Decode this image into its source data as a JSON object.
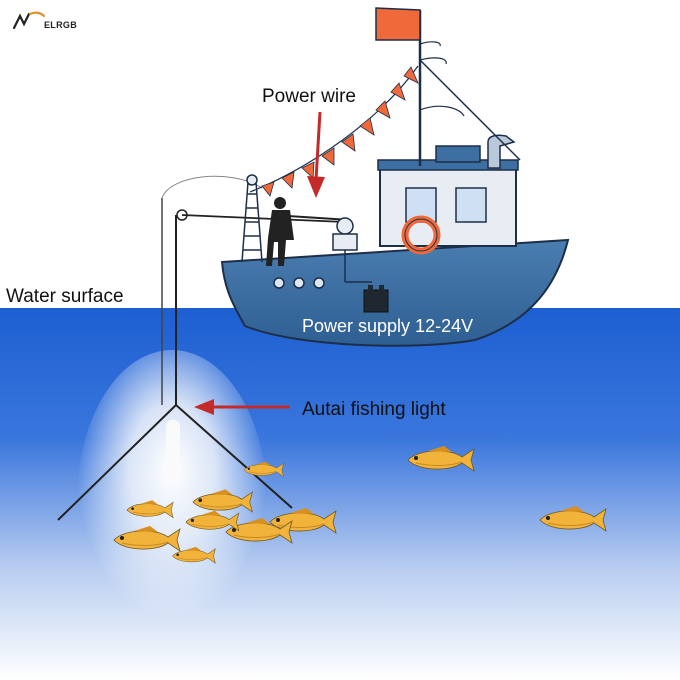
{
  "logo": {
    "text": "ELRGB"
  },
  "labels": {
    "power_wire": "Power wire",
    "water_surface": "Water surface",
    "power_supply": "Power supply 12-24V",
    "fishing_light": "Autai fishing light"
  },
  "colors": {
    "sea_top": "#1d5fd2",
    "sea_bottom": "#ffffff",
    "hull": "#3d6fa3",
    "cabin": "#e8ecf3",
    "flag": "#f0693b",
    "arrow": "#c52a2a",
    "fish": "#f2b33a"
  },
  "icons": [
    "brand-logo-icon",
    "power-wire-arrow-icon",
    "fishing-light-arrow-icon"
  ]
}
